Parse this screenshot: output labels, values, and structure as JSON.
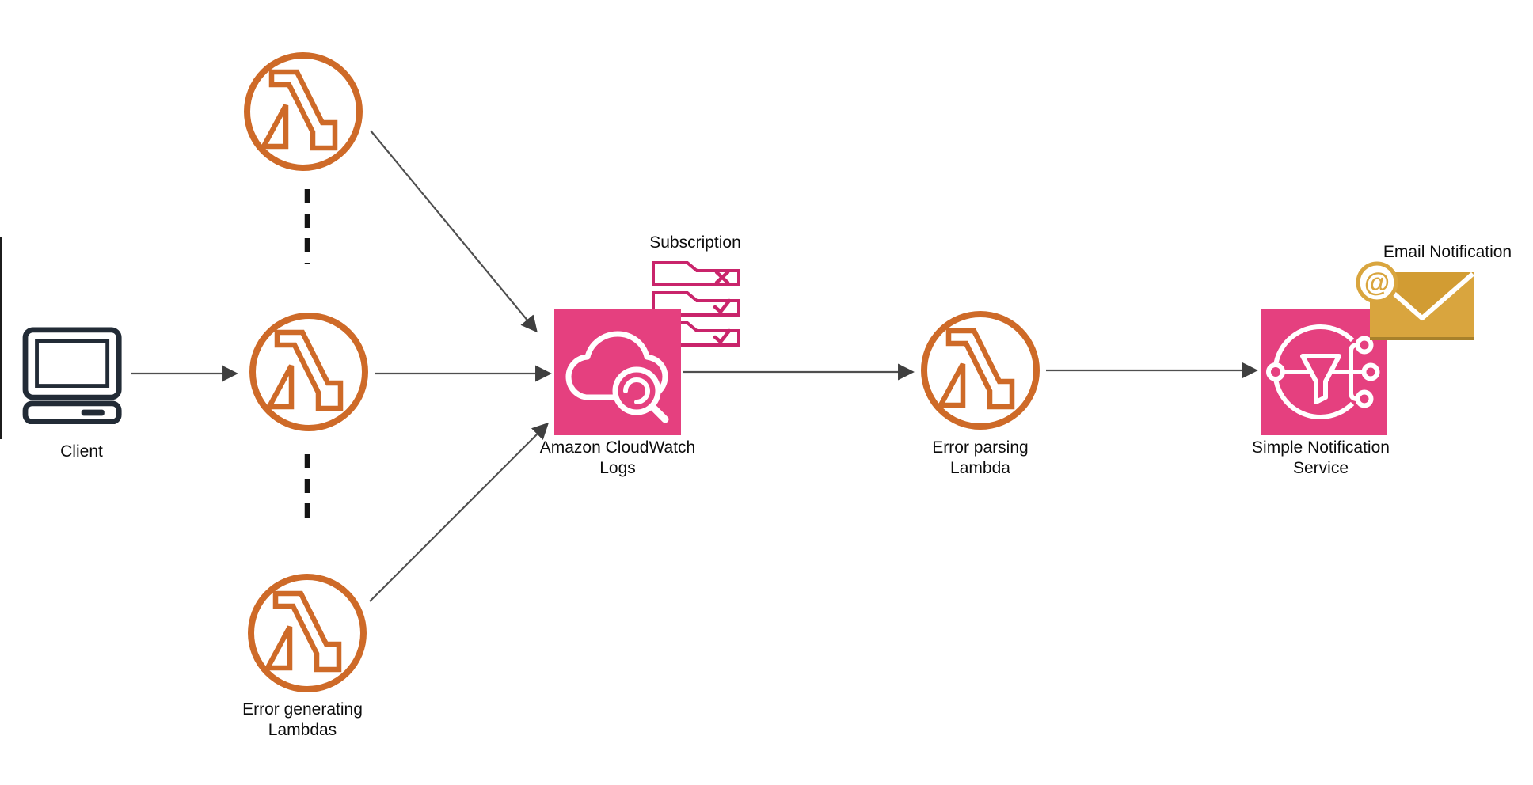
{
  "diagram": {
    "labels": {
      "client": "Client",
      "error_generating": "Error generating Lambdas",
      "cloudwatch": "Amazon CloudWatch Logs",
      "subscription": "Subscription",
      "error_parsing": "Error parsing Lambda",
      "sns": "Simple Notification Service",
      "email": "Email Notification"
    },
    "icons": {
      "at_symbol": "@",
      "client": "laptop-icon",
      "lambda": "aws-lambda-icon",
      "cloudwatch": "aws-cloudwatch-logs-icon",
      "subscription": "subscription-filter-rows-icon",
      "sns": "aws-simple-notification-service-icon",
      "email": "email-envelope-icon"
    },
    "colors": {
      "lambda_orange": "#CE6A28",
      "cloudwatch_pink": "#E5407F",
      "sns_pink": "#E5407F",
      "subscription_outline_pink": "#C9246B",
      "email_gold": "#D9A53E",
      "email_flap_gold": "#D29C33",
      "client_dark": "#222B36",
      "arrow_gray": "#4f4f4f",
      "dashed_black": "#141414",
      "label_text": "#0d0d0d"
    },
    "edges": [
      {
        "from": "client",
        "to": "lambda-middle",
        "style": "arrow"
      },
      {
        "from": "lambda-top",
        "to": "cloudwatch-logs",
        "style": "arrow"
      },
      {
        "from": "lambda-middle",
        "to": "cloudwatch-logs",
        "style": "arrow"
      },
      {
        "from": "lambda-bottom",
        "to": "cloudwatch-logs",
        "style": "arrow"
      },
      {
        "from": "cloudwatch-logs",
        "to": "error-parsing-lambda",
        "style": "arrow"
      },
      {
        "from": "error-parsing-lambda",
        "to": "simple-notification-service",
        "style": "arrow"
      },
      {
        "from": "lambda-top",
        "to": "lambda-middle",
        "style": "dashed"
      },
      {
        "from": "lambda-middle",
        "to": "lambda-bottom",
        "style": "dashed"
      }
    ]
  }
}
